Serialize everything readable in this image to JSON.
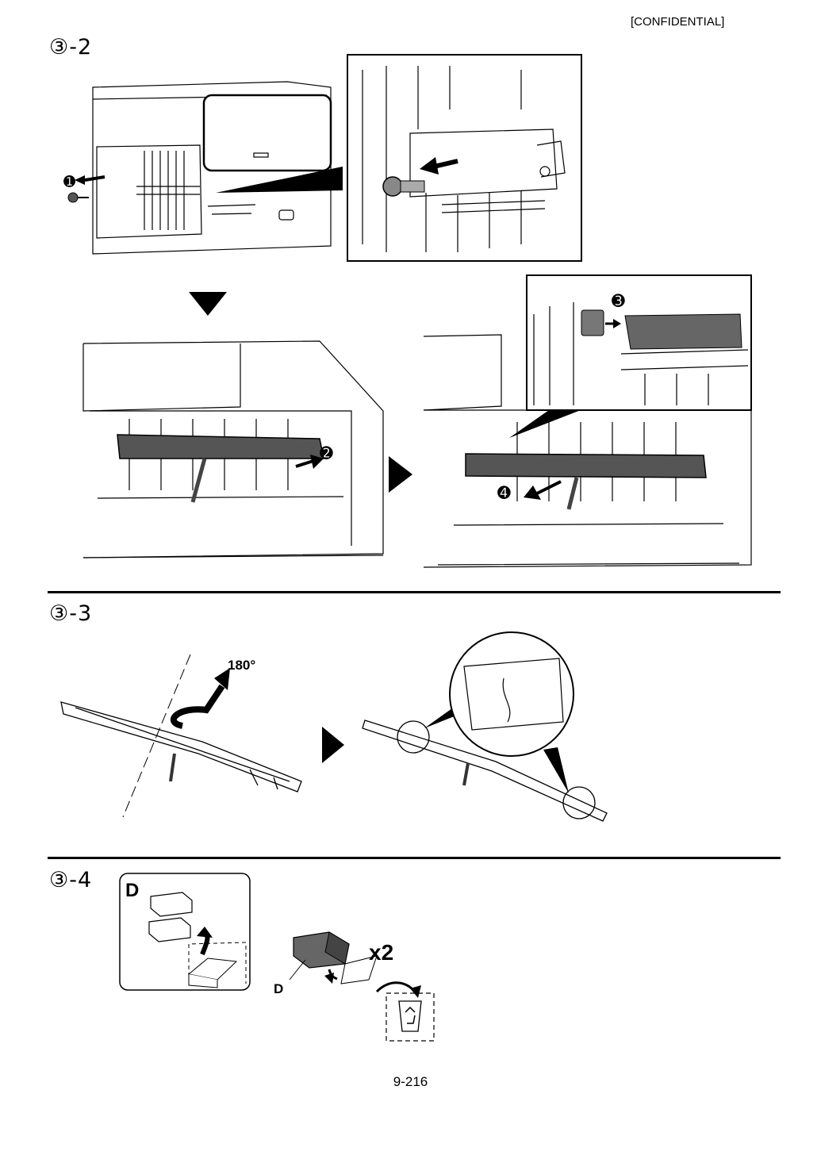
{
  "header": {
    "confidential": "[CONFIDENTIAL]"
  },
  "steps": [
    {
      "label": "③-2"
    },
    {
      "label": "③-3"
    },
    {
      "label": "③-4"
    }
  ],
  "callouts": {
    "c1": "➊",
    "c2": "➋",
    "c3": "➌",
    "c4": "➍"
  },
  "rotation": "180°",
  "part_d": {
    "box_label": "D",
    "pointer_label": "D",
    "quantity": "x2"
  },
  "footer": {
    "page_number": "9-216"
  }
}
